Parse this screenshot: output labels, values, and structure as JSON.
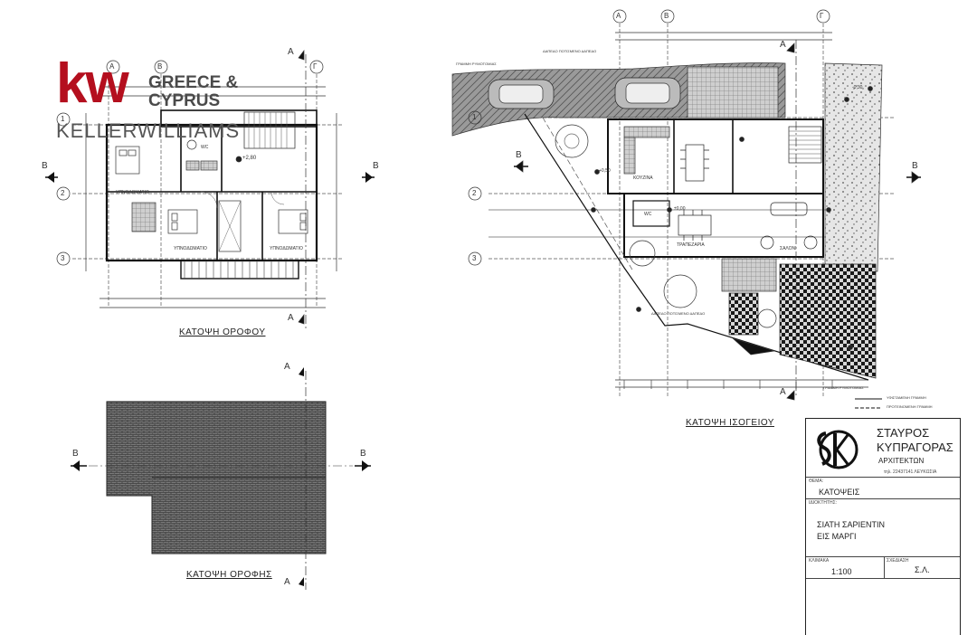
{
  "logo": {
    "mark": "kw",
    "region_line1": "GREECE &",
    "region_line2": "CYPRUS",
    "brand": "KELLERWILLIAMS",
    "brand_color": "#b40f1e"
  },
  "plans": {
    "first_floor_caption": "ΚΑΤΟΨΗ ΟΡΟΦΟΥ",
    "roof_caption": "ΚΑΤΟΨΗ ΟΡΟΦΗΣ",
    "ground_floor_caption": "ΚΑΤΟΨΗ ΙΣΟΓΕΙΟΥ"
  },
  "grid_labels": {
    "columns": [
      "Α",
      "Β",
      "Γ"
    ],
    "rows": [
      "1",
      "2",
      "3"
    ],
    "section_a": "Α",
    "section_b": "Β"
  },
  "room_labels": {
    "kitchen": "ΚΟΥΖΙΝΑ",
    "dining": "ΤΡΑΠΕΖΑΡΙΑ",
    "living": "ΣΑΛΟΝΙ",
    "bedroom": "ΥΠΝΟΔΩΜΑΤΙΟ",
    "wc": "WC",
    "parking_pavement": "ΔΑΠΕΔΟ ΠΟΤΙΣΜΕΝΟ ΔΑΠΕΔΟ",
    "boundary": "ΓΡΑΜΜΗ ΡΥΜΟΤΟΜΙΑΣ"
  },
  "levels": {
    "first_floor": "+2,80",
    "ground_a": "±0,00",
    "ground_b": "+0,50",
    "ground_c": "-0,30"
  },
  "legend": {
    "existing": "ΥΦΙΣΤΑΜΕΝΗ ΓΡΑΜΜΗ",
    "proposed": "ΠΡΟΤΕΙΝΟΜΕΝΗ ΓΡΑΜΜΗ"
  },
  "title_block": {
    "architect_line1": "ΣΤΑΥΡΟΣ",
    "architect_line2": "ΚΥΠΡΑΓΟΡΑΣ",
    "architect_line3": "ΑΡΧΙΤΕΚΤΩΝ",
    "contact": "τηλ. 22437141 ΛΕΥΚΩΣΙΑ",
    "label_subject": "ΘΕΜΑ:",
    "subject": "ΚΑΤΟΨΕΙΣ",
    "label_owner": "ΙΔΙΟΚΤΗΤΗΣ:",
    "owner_line1": "ΣΙΑΤΗ ΣΑΡΙΕΝΤΙΝ",
    "owner_line2": "ΕΙΣ ΜΑΡΓΙ",
    "label_scale": "ΚΛΙΜΑΚΑ",
    "scale": "1:100",
    "label_drawn": "ΣΧΕΔΙΑΣΗ",
    "drawn_by": "Σ.Λ."
  }
}
